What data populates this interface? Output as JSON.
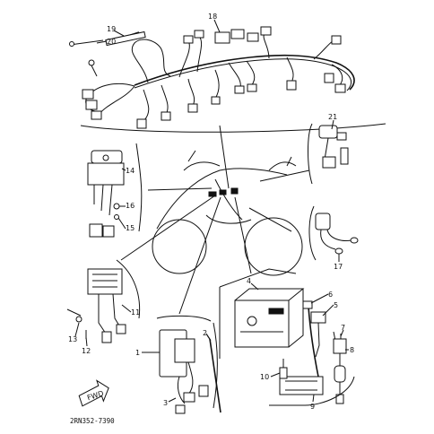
{
  "callouts": {
    "c1": "1",
    "c2": "2",
    "c3": "3",
    "c4": "4",
    "c5": "5",
    "c6": "6",
    "c7": "7",
    "c8": "8",
    "c9": "9",
    "c10": "10",
    "c11": "11",
    "c12": "12",
    "c13": "13",
    "c14": "14",
    "c15": "15",
    "c16": "16",
    "c17": "17",
    "c18": "18",
    "c19": "19",
    "c20": "20",
    "c21": "21"
  },
  "fwd_label": "FWD",
  "drawing_code": "2RN352-7390"
}
